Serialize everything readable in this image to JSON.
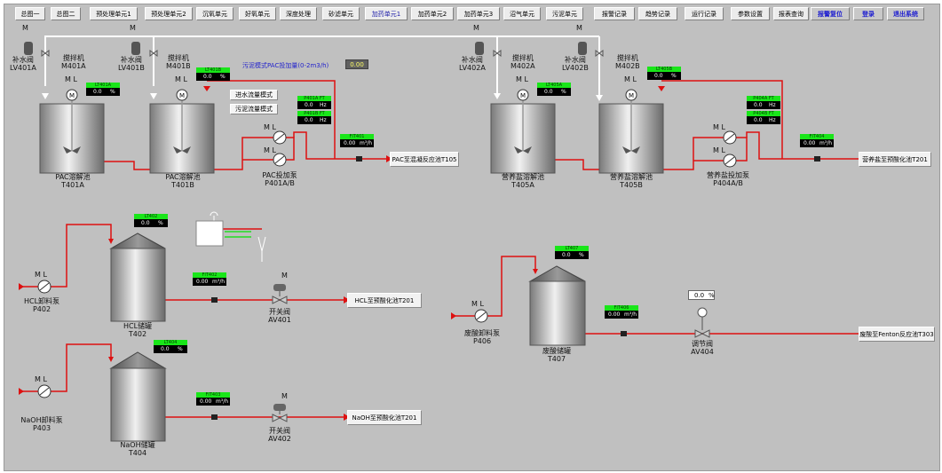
{
  "nav": {
    "buttons": [
      "总图一",
      "总图二",
      "预处理单元1",
      "预处理单元2",
      "沉氧单元",
      "好氧单元",
      "深度处理",
      "砂滤单元",
      "加药单元1",
      "加药单元2",
      "加药单元3",
      "沼气单元",
      "污泥单元",
      "报警记录",
      "趋势记录",
      "运行记录",
      "参数设置",
      "报表查询",
      "报警复位",
      "登录",
      "退出系统"
    ]
  },
  "top": {
    "lv401a": {
      "label": "补水阀",
      "id": "LV401A"
    },
    "lv401b": {
      "label": "补水阀",
      "id": "LV401B"
    },
    "lv402a": {
      "label": "补水阀",
      "id": "LV402A"
    },
    "lv402b": {
      "label": "补水阀",
      "id": "LV402B"
    },
    "m401a": {
      "label": "搅拌机",
      "id": "M401A"
    },
    "m401b": {
      "label": "搅拌机",
      "id": "M401B"
    },
    "m402a": {
      "label": "搅拌机",
      "id": "M402A"
    },
    "m402b": {
      "label": "搅拌机",
      "id": "M402B"
    },
    "m_letter": "M",
    "ml": "M  L",
    "pac_mode_text": "污泥模式PAC投加量(0-2m3/h)",
    "pac_mode_value": "0.00",
    "mode1": "进水流量模式",
    "mode2": "污泥流量模式"
  },
  "tanks": {
    "t401a": {
      "name": "PAC溶解池",
      "id": "T401A"
    },
    "t401b": {
      "name": "PAC溶解池",
      "id": "T401B"
    },
    "t405a": {
      "name": "营养盐溶解池",
      "id": "T405A"
    },
    "t405b": {
      "name": "营养盐溶解池",
      "id": "T405B"
    },
    "t402": {
      "name": "HCL储罐",
      "id": "T402"
    },
    "t404": {
      "name": "NaOH储罐",
      "id": "T404"
    },
    "t407": {
      "name": "废酸储罐",
      "id": "T407"
    }
  },
  "pumps": {
    "p401": {
      "name": "PAC投加泵",
      "id": "P401A/B"
    },
    "p404": {
      "name": "营养盐投加泵",
      "id": "P404A/B"
    },
    "p402": {
      "name": "HCL卸料泵",
      "id": "P402"
    },
    "p403": {
      "name": "NaOH卸料泵",
      "id": "P403"
    },
    "p406": {
      "name": "废酸卸料泵",
      "id": "P406"
    }
  },
  "valves": {
    "av401": {
      "name": "开关阀",
      "id": "AV401"
    },
    "av402": {
      "name": "开关阀",
      "id": "AV402"
    },
    "av404": {
      "name": "调节阀",
      "id": "AV404",
      "value": "0.0",
      "unit": "%"
    }
  },
  "tags": {
    "t401a_lt": {
      "name": "LT401A",
      "value": "0.0",
      "unit": "%"
    },
    "t401b_lt": {
      "name": "LT401B",
      "value": "0.0",
      "unit": "%"
    },
    "p401a_ft": {
      "name": "P401A FT",
      "value": "0.0",
      "unit": "Hz"
    },
    "p401b_ft": {
      "name": "P401B FT",
      "value": "0.0",
      "unit": "Hz"
    },
    "fit401": {
      "name": "FIT401",
      "value": "0.00",
      "unit": "m³/h"
    },
    "t405a_lt": {
      "name": "LT405A",
      "value": "0.0",
      "unit": "%"
    },
    "t405b_lt": {
      "name": "LT405B",
      "value": "0.0",
      "unit": "%"
    },
    "p404a_ft": {
      "name": "P404A FT",
      "value": "0.0",
      "unit": "Hz"
    },
    "p404b_ft": {
      "name": "P404B FT",
      "value": "0.0",
      "unit": "Hz"
    },
    "fit404": {
      "name": "FIT404",
      "value": "0.00",
      "unit": "m³/h"
    },
    "t402_lt": {
      "name": "LT402",
      "value": "0.0",
      "unit": "%"
    },
    "fit402": {
      "name": "FIT402",
      "value": "0.00",
      "unit": "m³/h"
    },
    "t404_lt": {
      "name": "LT404",
      "value": "0.0",
      "unit": "%"
    },
    "fit403": {
      "name": "FIT403",
      "value": "0.00",
      "unit": "m³/h"
    },
    "t407_lt": {
      "name": "LT407",
      "value": "0.0",
      "unit": "%"
    },
    "fit406": {
      "name": "FIT406",
      "value": "0.00",
      "unit": "m³/h"
    }
  },
  "destinations": {
    "d1": "PAC至混凝反应池T105",
    "d2": "营养盐至预酸化池T201",
    "d3": "HCL至预酸化池T201",
    "d4": "NaOH至预酸化池T201",
    "d5": "废酸至Fenton反应池T303"
  },
  "colors": {
    "pipe": "#dd1111",
    "water_pipe": "#ffffff",
    "tag_green": "#19e619",
    "panel": "#c0c0c0"
  }
}
